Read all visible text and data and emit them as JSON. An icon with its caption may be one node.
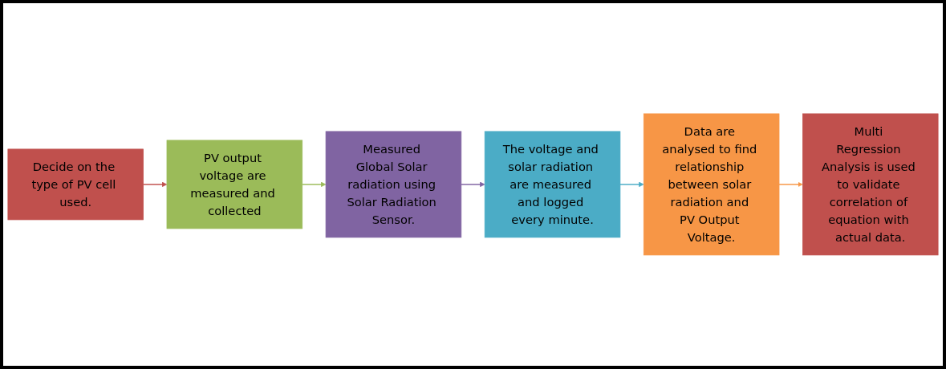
{
  "diagram": {
    "nodes": [
      {
        "text": [
          "Decide on the type of PV cell used."
        ]
      },
      {
        "text": [
          "PV output voltage are measured and collected"
        ]
      },
      {
        "text": [
          "Measured Global Solar radiation using Solar Radiation Sensor."
        ]
      },
      {
        "text": [
          "The voltage and solar radiation are measured and logged every minute."
        ]
      },
      {
        "text": [
          "Data are analysed to find relationship between solar radiation and PV Output Voltage."
        ]
      },
      {
        "text": [
          "Multi Regression Analysis is used to validate correlation of equation with actual data."
        ]
      }
    ],
    "edges": [
      {
        "from": 0,
        "to": 1,
        "arrow": "to",
        "color": "#c0504d"
      },
      {
        "from": 1,
        "to": 2,
        "arrow": "to",
        "color": "#9bbb59"
      },
      {
        "from": 2,
        "to": 3,
        "arrow": "to",
        "color": "#8064a2"
      },
      {
        "from": 3,
        "to": 4,
        "arrow": "to",
        "color": "#4bacc6"
      },
      {
        "from": 4,
        "to": 5,
        "arrow": "to",
        "color": "#f79646"
      }
    ]
  }
}
